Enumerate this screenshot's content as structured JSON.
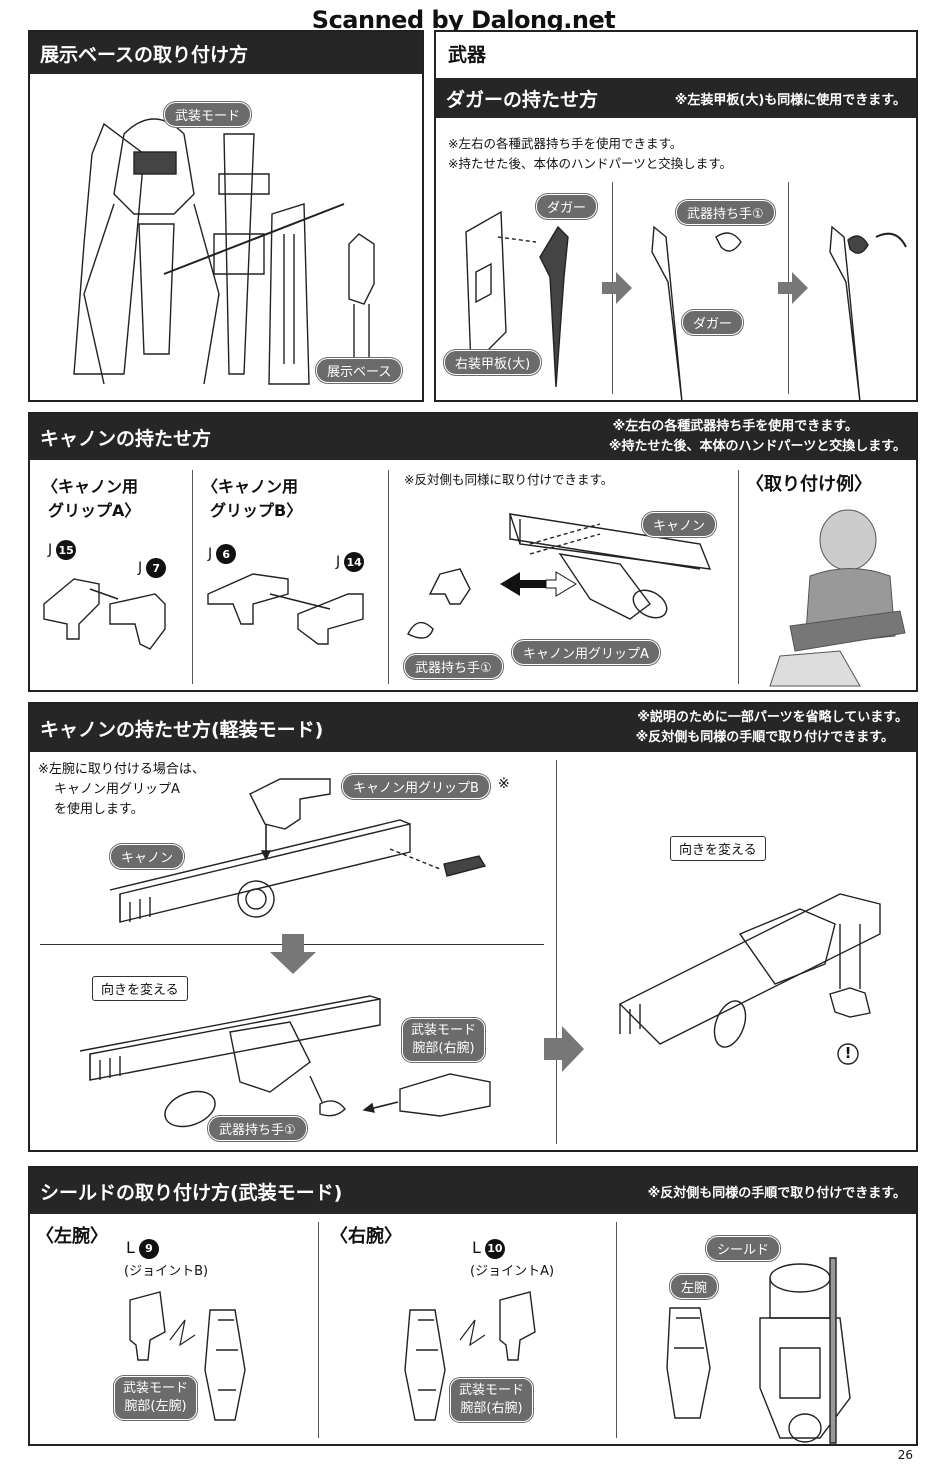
{
  "watermark": "Scanned by Dalong.net",
  "page_number": "26",
  "display_base": {
    "title": "展示ベースの取り付け方",
    "label_mode": "武装モード",
    "label_base": "展示ベース"
  },
  "weapon": {
    "title": "武器",
    "dagger_title": "ダガーの持たせ方",
    "dagger_note": "※左装甲板(大)も同様に使用できます。",
    "note1": "※左右の各種武器持ち手を使用できます。",
    "note2": "※持たせた後、本体のハンドパーツと交換します。",
    "label_dagger": "ダガー",
    "label_armor": "右装甲板(大)",
    "label_hand": "武器持ち手①",
    "label_dagger2": "ダガー"
  },
  "cannon": {
    "title": "キャノンの持たせ方",
    "note1": "※左右の各種武器持ち手を使用できます。",
    "note2": "※持たせた後、本体のハンドパーツと交換します。",
    "grip_a_title_1": "〈キャノン用",
    "grip_a_title_2": "グリップA〉",
    "grip_b_title_1": "〈キャノン用",
    "grip_b_title_2": "グリップB〉",
    "part_j": "J",
    "num_15": "15",
    "num_7": "7",
    "num_6": "6",
    "num_14": "14",
    "opposite_note": "※反対側も同様に取り付けできます。",
    "label_cannon": "キャノン",
    "label_hand": "武器持ち手①",
    "label_grip_a": "キャノン用グリップA",
    "example_title": "〈取り付け例〉"
  },
  "light_mode": {
    "title": "キャノンの持たせ方(軽装モード)",
    "note1": "※説明のために一部パーツを省略しています。",
    "note2": "※反対側も同様の手順で取り付けできます。",
    "left_note_1": "※左腕に取り付ける場合は、",
    "left_note_2": "キャノン用グリップA",
    "left_note_3": "を使用します。",
    "label_grip_b": "キャノン用グリップB",
    "mark": "※",
    "label_cannon": "キャノン",
    "callout_turn": "向きを変える",
    "label_arm_1": "武装モード",
    "label_arm_2": "腕部(右腕)",
    "label_hand": "武器持ち手①",
    "callout_turn2": "向きを変える",
    "exclaim": "!"
  },
  "shield": {
    "title": "シールドの取り付け方(武装モード)",
    "note": "※反対側も同様の手順で取り付けできます。",
    "left_title": "〈左腕〉",
    "right_title": "〈右腕〉",
    "part_l": "L",
    "num_9": "9",
    "num_10": "10",
    "joint_b": "(ジョイントB)",
    "joint_a": "(ジョイントA)",
    "left_arm_1": "武装モード",
    "left_arm_2": "腕部(左腕)",
    "right_arm_1": "武装モード",
    "right_arm_2": "腕部(右腕)",
    "label_shield": "シールド",
    "label_left_arm": "左腕"
  }
}
